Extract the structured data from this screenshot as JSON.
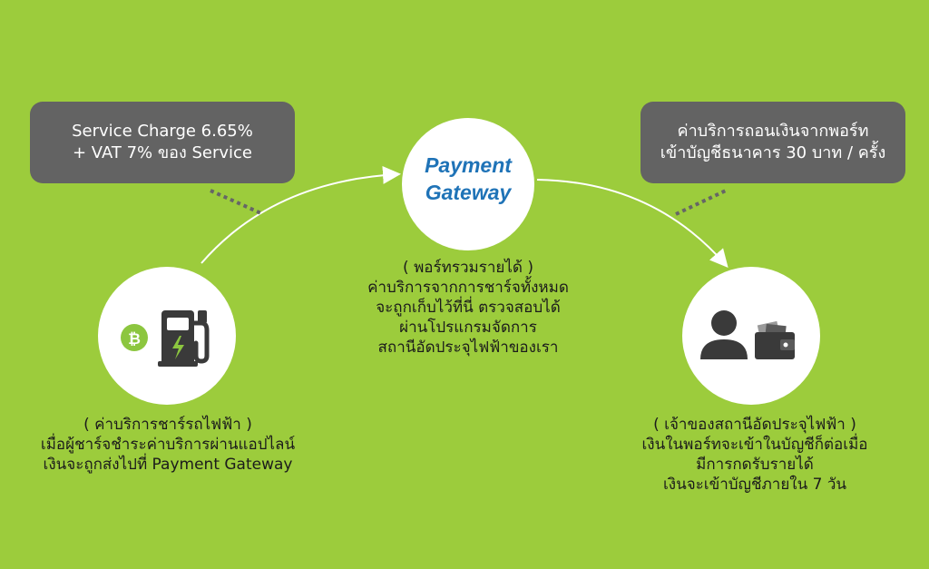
{
  "left_box": {
    "line1": "Service Charge 6.65%",
    "line2": "+ VAT 7% ของ Service"
  },
  "right_box": {
    "line1": "ค่าบริการถอนเงินจากพอร์ท",
    "line2": "เข้าบัญชีธนาคาร 30 บาท / ครั้ง"
  },
  "gateway": {
    "line1": "Payment",
    "line2": "Gateway"
  },
  "center_text": [
    "( พอร์ทรวมรายได้ )",
    "ค่าบริการจากการชาร์จทั้งหมด",
    "จะถูกเก็บไว้ที่นี่ ตรวจสอบได้",
    "ผ่านโปรแกรมจัดการ",
    "สถานีอัดประจุไฟฟ้าของเรา"
  ],
  "left_text": [
    "( ค่าบริการชาร์รถไฟฟ้า )",
    "เมื่อผู้ชาร์จชำระค่าบริการผ่านแอปไลน์",
    "เงินจะถูกส่งไปที่ Payment Gateway"
  ],
  "right_text": [
    "( เจ้าของสถานีอัดประจุไฟฟ้า )",
    "เงินในพอร์ทจะเข้าในบัญชีก็ต่อเมื่อ",
    "มีการกดรับรายได้",
    "เงินจะเข้าบัญชีภายใน 7 วัน"
  ],
  "colors": {
    "background": "#9ccc3c",
    "box": "#636363",
    "gateway_text": "#1f73b7",
    "icon_green": "#8cc63f",
    "icon_dark": "#3a3a3a"
  },
  "icons": [
    "bitcoin-icon",
    "ev-charger-icon",
    "user-icon",
    "wallet-icon"
  ]
}
